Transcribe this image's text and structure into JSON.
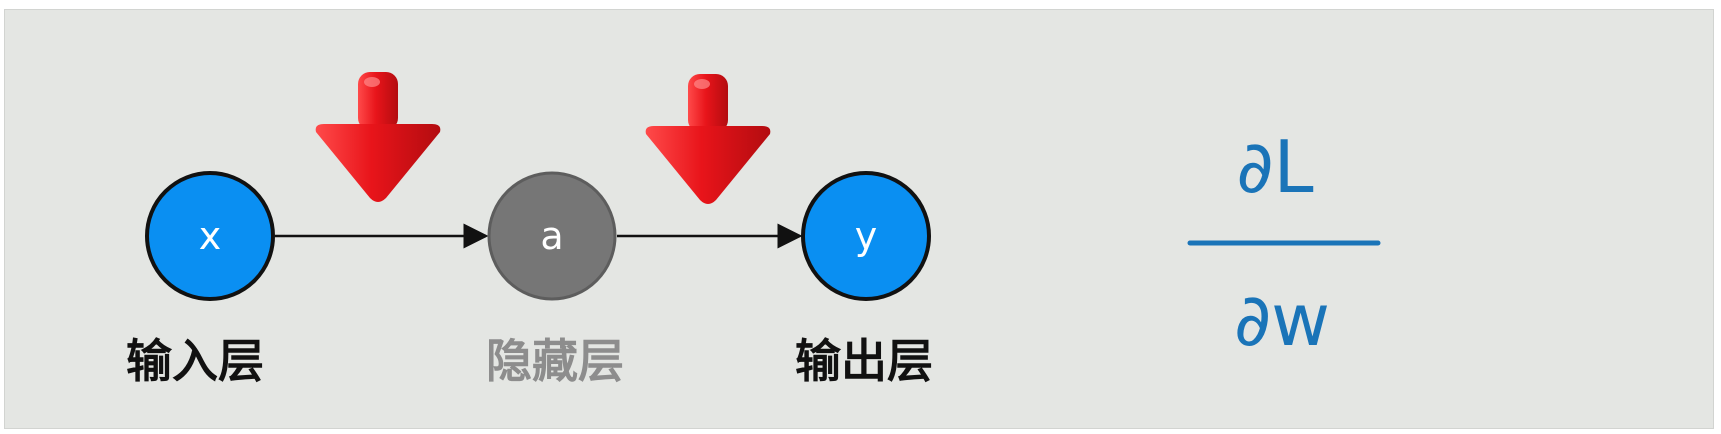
{
  "nodes": {
    "x": {
      "letter": "x",
      "label": "输入层",
      "fill": "#0a8ff2",
      "label_color": "#111111"
    },
    "a": {
      "letter": "a",
      "label": "隐藏层",
      "fill": "#767676",
      "label_color": "#8d8d8d"
    },
    "y": {
      "letter": "y",
      "label": "输出层",
      "fill": "#0a8ff2",
      "label_color": "#111111"
    }
  },
  "formula": {
    "numerator": "∂L",
    "denominator": "∂w",
    "color": "#1a74b8"
  },
  "colors": {
    "background": "#e4e6e3",
    "arrow_red": "#e8141a",
    "edge": "#111111"
  }
}
